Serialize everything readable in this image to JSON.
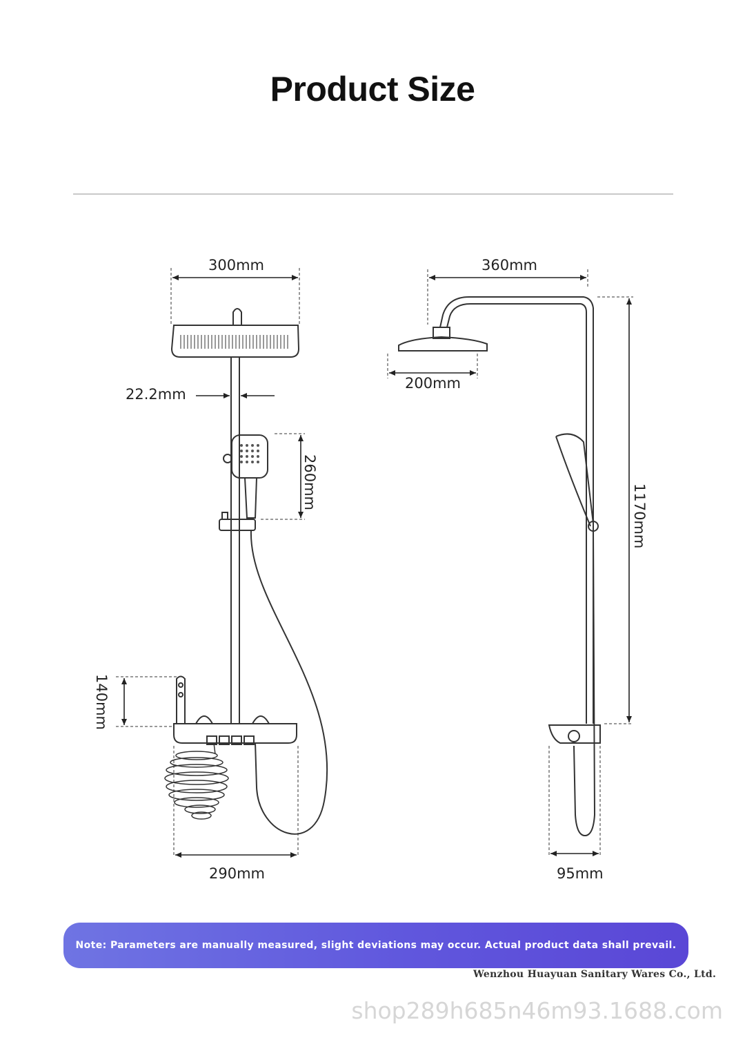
{
  "header": {
    "title": "Product Size"
  },
  "dimensions": {
    "front_top_width": "300mm",
    "pipe_diameter": "22.2mm",
    "handheld_height": "260mm",
    "shelf_height": "140mm",
    "front_bottom_width": "290mm",
    "side_arm_length": "360mm",
    "side_head_width": "200mm",
    "side_total_height": "1170mm",
    "side_shelf_depth": "95mm"
  },
  "note": {
    "text": "Note: Parameters are manually measured, slight deviations may occur. Actual product data shall prevail."
  },
  "footer": {
    "company": "Wenzhou Huayuan Sanitary Wares Co., Ltd.",
    "watermark": "shop289h685n46m93.1688.com"
  }
}
